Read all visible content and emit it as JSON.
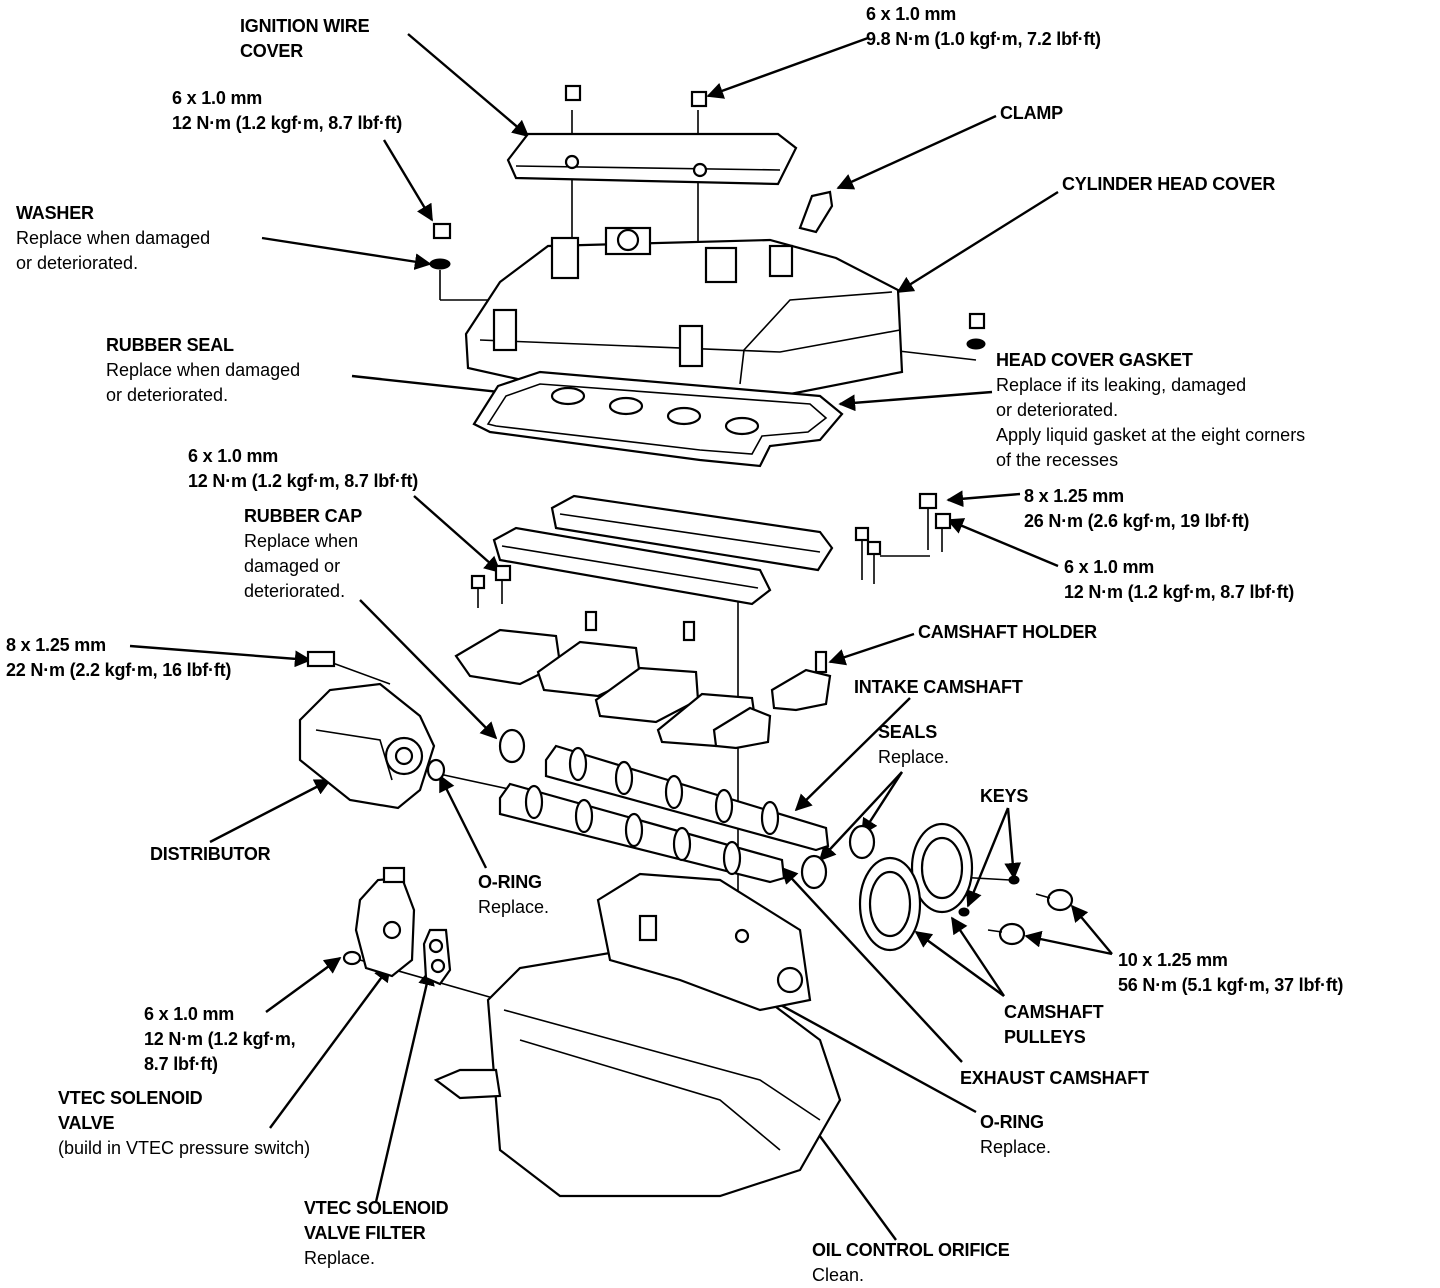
{
  "labels": {
    "ignition_wire_cover": {
      "title": [
        "IGNITION WIRE",
        "COVER"
      ]
    },
    "bolt_top_right": {
      "title": [
        "6 x 1.0 mm",
        "9.8 N·m (1.0 kgf·m, 7.2 lbf·ft)"
      ]
    },
    "bolt_top_left": {
      "title": [
        "6 x 1.0 mm",
        "12 N·m (1.2 kgf·m, 8.7 lbf·ft)"
      ]
    },
    "clamp": {
      "title": [
        "CLAMP"
      ]
    },
    "cylinder_head_cover": {
      "title": [
        "CYLINDER HEAD COVER"
      ]
    },
    "washer": {
      "title": [
        "WASHER"
      ],
      "desc": [
        "Replace when damaged",
        "or deteriorated."
      ]
    },
    "rubber_seal": {
      "title": [
        "RUBBER SEAL"
      ],
      "desc": [
        "Replace when damaged",
        "or deteriorated."
      ]
    },
    "head_cover_gasket": {
      "title": [
        "HEAD COVER GASKET"
      ],
      "desc": [
        "Replace if its leaking, damaged",
        "or deteriorated.",
        "Apply liquid gasket at the eight corners",
        "of the recesses"
      ]
    },
    "bolt_mid_left": {
      "title": [
        "6 x 1.0 mm",
        "12 N·m (1.2 kgf·m, 8.7 lbf·ft)"
      ]
    },
    "rubber_cap": {
      "title": [
        "RUBBER CAP"
      ],
      "desc": [
        "Replace when",
        "damaged or",
        "deteriorated."
      ]
    },
    "bolt_8_right": {
      "title": [
        "8 x 1.25 mm",
        "26 N·m (2.6 kgf·m, 19 lbf·ft)"
      ]
    },
    "bolt_6_right": {
      "title": [
        "6 x 1.0 mm",
        "12 N·m (1.2 kgf·m, 8.7 lbf·ft)"
      ]
    },
    "bolt_8_left": {
      "title": [
        "8 x 1.25 mm",
        "22 N·m (2.2 kgf·m, 16 lbf·ft)"
      ]
    },
    "camshaft_holder": {
      "title": [
        "CAMSHAFT HOLDER"
      ]
    },
    "intake_camshaft": {
      "title": [
        "INTAKE CAMSHAFT"
      ]
    },
    "seals": {
      "title": [
        "SEALS"
      ],
      "desc": [
        "Replace."
      ]
    },
    "keys": {
      "title": [
        "KEYS"
      ]
    },
    "distributor": {
      "title": [
        "DISTRIBUTOR"
      ]
    },
    "o_ring_1": {
      "title": [
        "O-RING"
      ],
      "desc": [
        "Replace."
      ]
    },
    "bolt_10": {
      "title": [
        "10 x 1.25 mm",
        "56 N·m (5.1 kgf·m, 37 lbf·ft)"
      ]
    },
    "bolt_6_lower": {
      "title": [
        "6 x 1.0 mm",
        "12 N·m (1.2 kgf·m,",
        "8.7 lbf·ft)"
      ]
    },
    "camshaft_pulleys": {
      "title": [
        "CAMSHAFT",
        "PULLEYS"
      ]
    },
    "exhaust_camshaft": {
      "title": [
        "EXHAUST CAMSHAFT"
      ]
    },
    "vtec_solenoid_valve": {
      "title": [
        "VTEC SOLENOID",
        "VALVE"
      ],
      "desc": [
        "(build in VTEC pressure switch)"
      ]
    },
    "o_ring_2": {
      "title": [
        "O-RING"
      ],
      "desc": [
        "Replace."
      ]
    },
    "vtec_filter": {
      "title": [
        "VTEC SOLENOID",
        "VALVE FILTER"
      ],
      "desc": [
        "Replace."
      ]
    },
    "oil_control_orifice": {
      "title": [
        "OIL CONTROL ORIFICE"
      ],
      "desc": [
        "Clean."
      ]
    }
  }
}
